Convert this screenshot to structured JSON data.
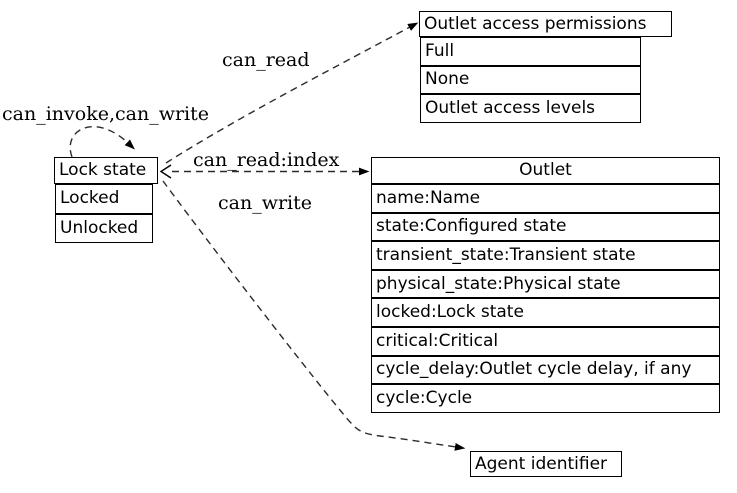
{
  "diagram": {
    "colors": {
      "background": "#ffffff",
      "line": "#000000",
      "text": "#000000"
    },
    "nodes": {
      "lock_state": {
        "title": "Lock state",
        "rows": [
          "Locked",
          "Unlocked"
        ]
      },
      "outlet_access_permissions": {
        "title": "Outlet access permissions",
        "rows": [
          "Full",
          "None",
          "Outlet access levels"
        ]
      },
      "outlet": {
        "title": "Outlet",
        "rows": [
          "name:Name",
          "state:Configured state",
          "transient_state:Transient state",
          "physical_state:Physical state",
          "locked:Lock state",
          "critical:Critical",
          "cycle_delay:Outlet cycle delay, if any",
          "cycle:Cycle"
        ]
      },
      "agent_identifier": {
        "title": "Agent identifier"
      }
    },
    "edges": [
      {
        "label": "can_invoke,can_write",
        "from": "lock_state",
        "to": "lock_state",
        "style": "dashed self-loop"
      },
      {
        "label": "can_read",
        "from": "lock_state",
        "to": "outlet_access_permissions",
        "style": "dashed"
      },
      {
        "label": "can_read:index",
        "from": "lock_state",
        "to": "outlet",
        "style": "dashed bidirectional"
      },
      {
        "label": "can_write",
        "from": "lock_state",
        "to": "agent_identifier",
        "style": "dashed"
      }
    ]
  }
}
